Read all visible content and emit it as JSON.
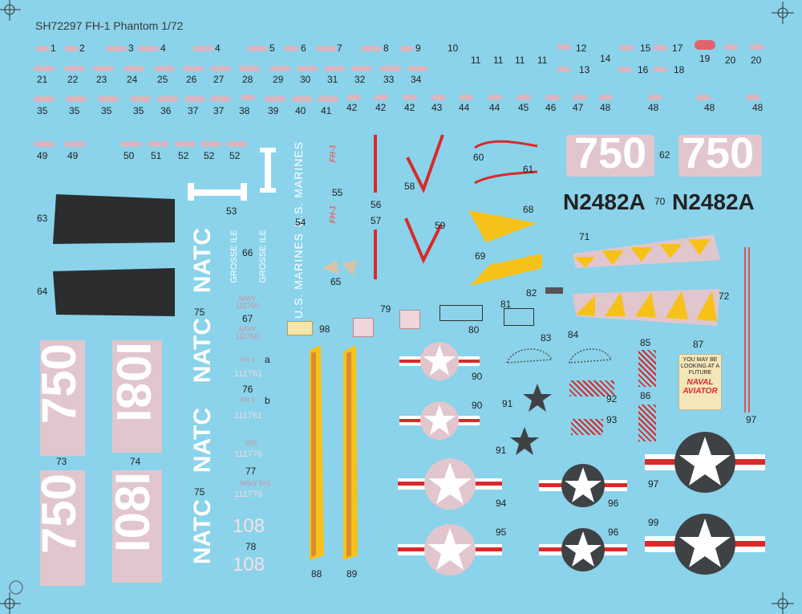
{
  "sheet_title": "SH72297 FH-1 Phantom  1/72",
  "labels": {
    "r1": [
      "1",
      "2",
      "3",
      "4",
      "4",
      "5",
      "6",
      "7",
      "8",
      "9",
      "10",
      "11",
      "11",
      "11",
      "11",
      "12",
      "13",
      "14",
      "15",
      "16",
      "17",
      "18",
      "19",
      "20",
      "20"
    ],
    "r2": [
      "21",
      "22",
      "23",
      "24",
      "25",
      "26",
      "27",
      "28",
      "29",
      "30",
      "31",
      "32",
      "33",
      "34"
    ],
    "r3": [
      "35",
      "35",
      "35",
      "35",
      "36",
      "37",
      "37",
      "38",
      "39",
      "40",
      "41",
      "42",
      "42",
      "42",
      "43",
      "44",
      "44",
      "45",
      "46",
      "47",
      "48",
      "48",
      "48",
      "48"
    ],
    "r4": [
      "49",
      "49",
      "50",
      "51",
      "52",
      "52",
      "52"
    ],
    "misc": [
      "53",
      "54",
      "55",
      "56",
      "57",
      "58",
      "59",
      "60",
      "61",
      "62",
      "63",
      "64",
      "65",
      "66",
      "67",
      "68",
      "69",
      "70",
      "71",
      "72",
      "73",
      "74",
      "75",
      "75",
      "76",
      "77",
      "78",
      "79",
      "80",
      "81",
      "82",
      "83",
      "84",
      "85",
      "86",
      "87",
      "88",
      "89",
      "90",
      "90",
      "91",
      "91",
      "92",
      "93",
      "94",
      "95",
      "96",
      "96",
      "97",
      "97",
      "98",
      "99",
      "a",
      "b"
    ]
  },
  "decals": {
    "num_750": "750",
    "tail_code": "N2482A",
    "num_108": "108",
    "num_1081": "I08I",
    "natc": "NATC",
    "us_marines": "U.S. MARINES",
    "grosse_ile": "GROSSE ILE",
    "navy": "NAVY",
    "serial_111750": "111750",
    "serial_111761": "111761",
    "serial_111779": "111779",
    "fh1": "FH-1",
    "fh1_small": "FH1",
    "navy_fh1": "NAVY FH1",
    "naval_aviator_top": "YOU MAY BE LOOKING AT A FUTURE",
    "naval_aviator_main": "NAVAL AVIATOR"
  },
  "colors": {
    "sheet": "#8ad3ea",
    "pink": "#e1c6cd",
    "yellow": "#f6c21a",
    "red": "#d92a2a",
    "dark": "#3e4245"
  }
}
